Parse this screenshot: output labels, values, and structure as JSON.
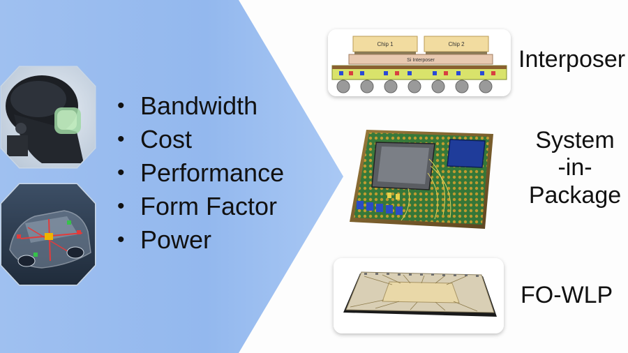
{
  "bullets": [
    "Bandwidth",
    "Cost",
    "Performance",
    "Form Factor",
    "Power"
  ],
  "packages": {
    "interposer": {
      "label": "Interposer",
      "chip1": "Chip 1",
      "chip2": "Chip 2",
      "substrate": "Si Interposer"
    },
    "sip": {
      "label_line1": "System",
      "label_line2": "-in-",
      "label_line3": "Package"
    },
    "fowlp": {
      "label": "FO-WLP"
    }
  },
  "colors": {
    "panel_blue": "#8fb6ee",
    "panel_blue_light": "#b7d0f5",
    "text": "#111111"
  },
  "icons": {
    "helmet": "pilot-helmet-photo",
    "car": "car-wireframe-photo"
  }
}
